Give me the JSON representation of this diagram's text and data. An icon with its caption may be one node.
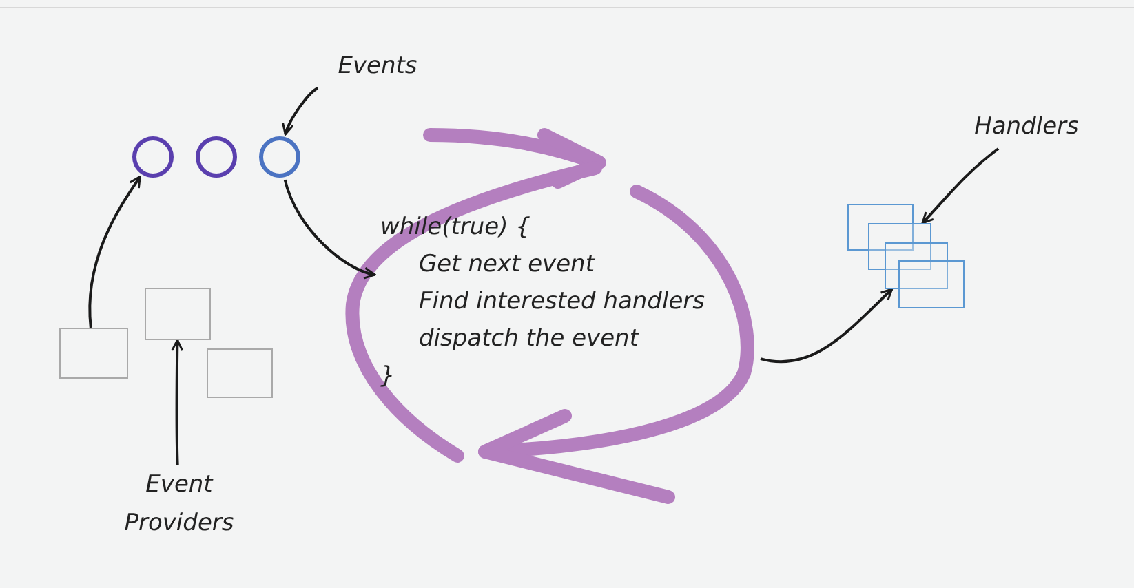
{
  "diagram": {
    "nodes": [
      {
        "text": [
          "Events"
        ]
      },
      {
        "text": [],
        "shape": "circle"
      },
      {
        "text": [],
        "shape": "circle"
      },
      {
        "text": [],
        "shape": "circle"
      },
      {
        "text": [
          "while(true) {",
          "Get next event",
          "Find interested handlers",
          "dispatch the event",
          "}"
        ]
      },
      {
        "text": [
          "Handlers"
        ]
      },
      {
        "text": [],
        "shape": "box"
      },
      {
        "text": [],
        "shape": "box"
      },
      {
        "text": [],
        "shape": "box"
      },
      {
        "text": [],
        "shape": "box"
      },
      {
        "text": [],
        "shape": "box"
      },
      {
        "text": [],
        "shape": "box"
      },
      {
        "text": [],
        "shape": "box"
      },
      {
        "text": [
          "Event Providers"
        ]
      }
    ],
    "edges": [
      {
        "from": 0,
        "to": 3,
        "arrow": "to"
      },
      {
        "from": 3,
        "to": 4,
        "arrow": "to"
      },
      {
        "from": 4,
        "to": 8,
        "arrow": "to"
      },
      {
        "from": 5,
        "to": 7,
        "arrow": "to"
      },
      {
        "from": 10,
        "to": 1,
        "arrow": "to"
      },
      {
        "from": 13,
        "to": 11,
        "arrow": "to"
      }
    ]
  }
}
